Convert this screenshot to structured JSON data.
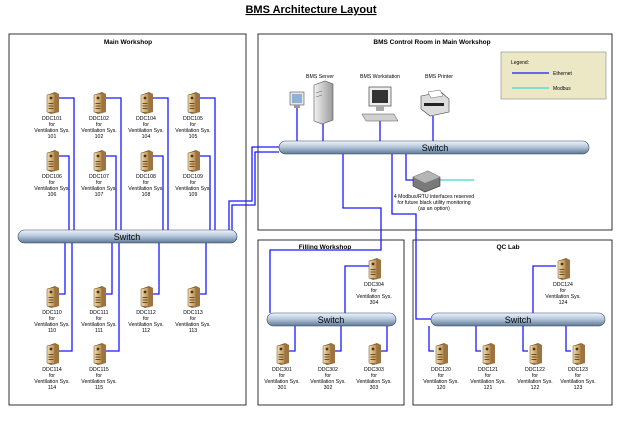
{
  "title": "BMS Architecture Layout",
  "rooms": {
    "main_workshop": "Main Workshop",
    "control_room": "BMS Control Room in Main Workshop",
    "filling_workshop": "Filling Workshop",
    "qc_lab": "QC Lab"
  },
  "switch_label": "Switch",
  "legend": {
    "title": "Legend:",
    "items": [
      {
        "label": "Ethernet",
        "color": "#1a1aff"
      },
      {
        "label": "Modbus",
        "color": "#40d8d0"
      }
    ]
  },
  "control_devices": {
    "server": "BMS Server",
    "workstation": "BMS Workstation",
    "printer": "BMS Printer"
  },
  "interface_note": [
    "4 Modbus/RTU interfaces reserved",
    "for future black utility monitoring",
    "(as an option)"
  ],
  "ddc_main": [
    {
      "id": "DDC101",
      "l1": "for",
      "l2": "Ventilation Sys.",
      "l3": "101"
    },
    {
      "id": "DDC102",
      "l1": "for",
      "l2": "Ventilation Sys.",
      "l3": "102"
    },
    {
      "id": "DDC104",
      "l1": "for",
      "l2": "Ventilation Sys.",
      "l3": "104"
    },
    {
      "id": "DDC105",
      "l1": "for",
      "l2": "Ventilation Sys.",
      "l3": "105"
    },
    {
      "id": "DDC106",
      "l1": "for",
      "l2": "Ventilation Sys.",
      "l3": "106"
    },
    {
      "id": "DDC107",
      "l1": "for",
      "l2": "Ventilation Sys.",
      "l3": "107"
    },
    {
      "id": "DDC108",
      "l1": "for",
      "l2": "Ventilation Sys.",
      "l3": "108"
    },
    {
      "id": "DDC109",
      "l1": "for",
      "l2": "Ventilation Sys.",
      "l3": "109"
    },
    {
      "id": "DDC110",
      "l1": "for",
      "l2": "Ventilation Sys.",
      "l3": "110"
    },
    {
      "id": "DDC111",
      "l1": "for",
      "l2": "Ventilation Sys.",
      "l3": "111"
    },
    {
      "id": "DDC112",
      "l1": "for",
      "l2": "Ventilation Sys.",
      "l3": "112"
    },
    {
      "id": "DDC113",
      "l1": "for",
      "l2": "Ventilation Sys.",
      "l3": "113"
    },
    {
      "id": "DDC114",
      "l1": "for",
      "l2": "Ventilation Sys.",
      "l3": "114"
    },
    {
      "id": "DDC115",
      "l1": "for",
      "l2": "Ventilation Sys.",
      "l3": "115"
    }
  ],
  "ddc_filling": [
    {
      "id": "DDC304",
      "l1": "for",
      "l2": "Ventilation Sys.",
      "l3": "304"
    },
    {
      "id": "DDC301",
      "l1": "for",
      "l2": "Ventilation Sys.",
      "l3": "301"
    },
    {
      "id": "DDC302",
      "l1": "for",
      "l2": "Ventilation Sys.",
      "l3": "302"
    },
    {
      "id": "DDC303",
      "l1": "for",
      "l2": "Ventilation Sys.",
      "l3": "303"
    }
  ],
  "ddc_qc": [
    {
      "id": "DDC124",
      "l1": "for",
      "l2": "Ventilation Sys.",
      "l3": "124"
    },
    {
      "id": "DDC120",
      "l1": "for",
      "l2": "Ventilation Sys.",
      "l3": "120"
    },
    {
      "id": "DDC121",
      "l1": "for",
      "l2": "Ventilation Sys.",
      "l3": "121"
    },
    {
      "id": "DDC122",
      "l1": "for",
      "l2": "Ventilation Sys.",
      "l3": "122"
    },
    {
      "id": "DDC123",
      "l1": "for",
      "l2": "Ventilation Sys.",
      "l3": "123"
    }
  ]
}
